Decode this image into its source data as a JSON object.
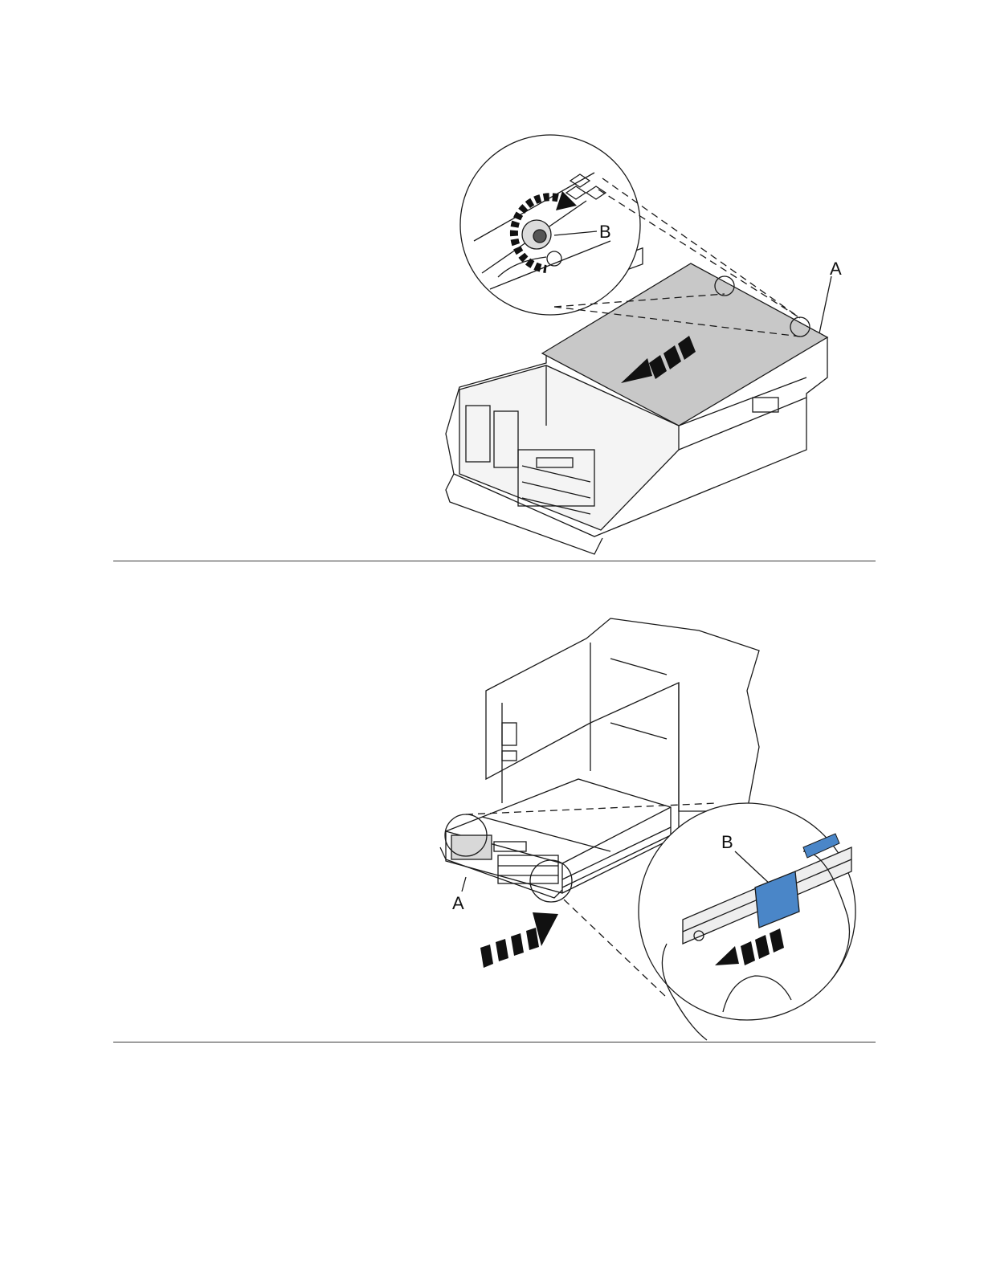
{
  "figures": [
    {
      "callouts": {
        "a": "A",
        "b": "B"
      },
      "colors": {
        "cover": "#c8c8c8",
        "line": "#1a1a1a"
      }
    },
    {
      "callouts": {
        "a": "A",
        "b": "B"
      },
      "colors": {
        "release_tab": "#4a86c8",
        "rail": "#4a86c8",
        "line": "#1a1a1a"
      }
    }
  ],
  "icons": [
    "push-direction-arrow-icon",
    "rotate-arrow-icon",
    "slide-arrow-icon"
  ]
}
